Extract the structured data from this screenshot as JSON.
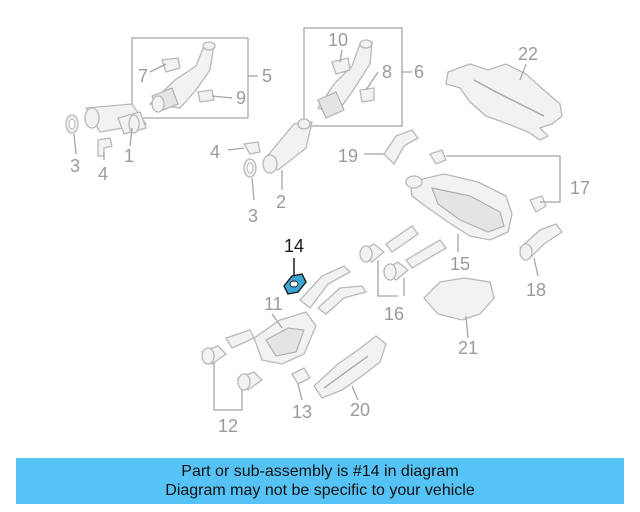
{
  "diagram": {
    "highlight_color": "#3aa7d6",
    "callouts": {
      "c1": "1",
      "c2": "2",
      "c3a": "3",
      "c3b": "3",
      "c4a": "4",
      "c4b": "4",
      "c5": "5",
      "c6": "6",
      "c7": "7",
      "c8": "8",
      "c9": "9",
      "c10": "10",
      "c11": "11",
      "c12": "12",
      "c13": "13",
      "c14": "14",
      "c15": "15",
      "c16": "16",
      "c17": "17",
      "c18": "18",
      "c19": "19",
      "c20": "20",
      "c21": "21",
      "c22": "22"
    }
  },
  "banner": {
    "color": "#56c3f6",
    "line1": "Part or sub-assembly is #14 in diagram",
    "line2": "Diagram may not be specific to your vehicle"
  }
}
